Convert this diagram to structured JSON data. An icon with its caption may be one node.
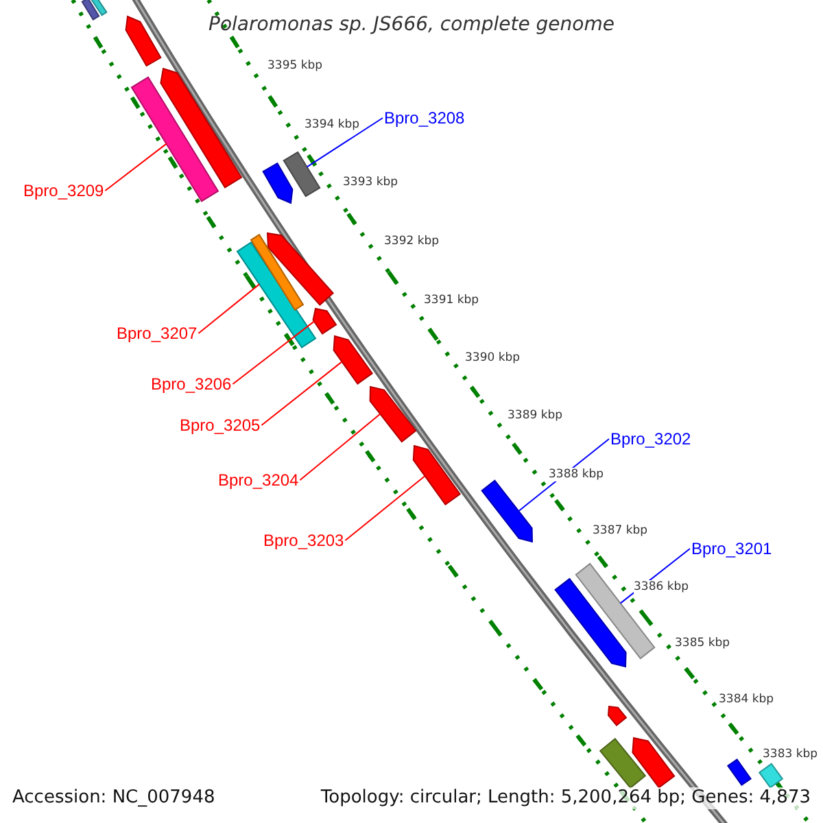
{
  "diagram": {
    "title": "Polaromonas sp. JS666, complete genome",
    "nodes": [
      {
        "text": [
          "Bpro_3208"
        ]
      },
      {
        "text": [
          "Bpro_3209"
        ]
      },
      {
        "text": [
          "Bpro_3207"
        ]
      },
      {
        "text": [
          "Bpro_3206"
        ]
      },
      {
        "text": [
          "Bpro_3205"
        ]
      },
      {
        "text": [
          "Bpro_3202"
        ]
      },
      {
        "text": [
          "Bpro_3204"
        ]
      },
      {
        "text": [
          "Bpro_3203"
        ]
      },
      {
        "text": [
          "Bpro_3201"
        ]
      },
      {
        "text": [],
        "shape": "bar"
      },
      {
        "text": [],
        "shape": "bar"
      },
      {
        "text": [],
        "shape": "arrow"
      },
      {
        "text": [],
        "shape": "arrow"
      },
      {
        "text": [],
        "shape": "bar"
      },
      {
        "text": [],
        "shape": "bar"
      },
      {
        "text": [],
        "shape": "arrow"
      },
      {
        "text": [],
        "shape": "arrow"
      },
      {
        "text": [],
        "shape": "bar"
      },
      {
        "text": [],
        "shape": "bar"
      },
      {
        "text": [],
        "shape": "arrow"
      },
      {
        "text": [],
        "shape": "arrow"
      },
      {
        "text": [],
        "shape": "arrow"
      },
      {
        "text": [],
        "shape": "arrow"
      },
      {
        "text": [],
        "shape": "arrow"
      },
      {
        "text": [],
        "shape": "bar"
      },
      {
        "text": [],
        "shape": "arrow"
      },
      {
        "text": [],
        "shape": "arrow"
      },
      {
        "text": [],
        "shape": "arrow"
      },
      {
        "text": [],
        "shape": "bar"
      },
      {
        "text": [],
        "shape": "bar"
      },
      {
        "text": [],
        "shape": "bar"
      }
    ],
    "edges": [
      {
        "from": 0,
        "to": 14,
        "arrow": "none",
        "color": "#0000ff"
      },
      {
        "from": 1,
        "to": 13,
        "arrow": "none"
      },
      {
        "from": 2,
        "to": 18,
        "arrow": "none"
      },
      {
        "from": 3,
        "to": 19,
        "arrow": "none"
      },
      {
        "from": 4,
        "to": 20,
        "arrow": "none"
      },
      {
        "from": 5,
        "to": 23,
        "arrow": "none",
        "color": "#0000ff"
      },
      {
        "from": 6,
        "to": 21,
        "arrow": "none"
      },
      {
        "from": 7,
        "to": 22,
        "arrow": "none"
      },
      {
        "from": 8,
        "to": 24,
        "arrow": "none",
        "color": "#0000ff"
      }
    ],
    "labels": [
      "3395 kbp",
      "3394 kbp",
      "3393 kbp",
      "3392 kbp",
      "3391 kbp",
      "3390 kbp",
      "3389 kbp",
      "3388 kbp",
      "3387 kbp",
      "3386 kbp",
      "3385 kbp",
      "3384 kbp",
      "3383 kbp",
      "Accession: NC_007948",
      "Topology: circular; Length: 5,200,264 bp; Genes: 4,873"
    ]
  }
}
